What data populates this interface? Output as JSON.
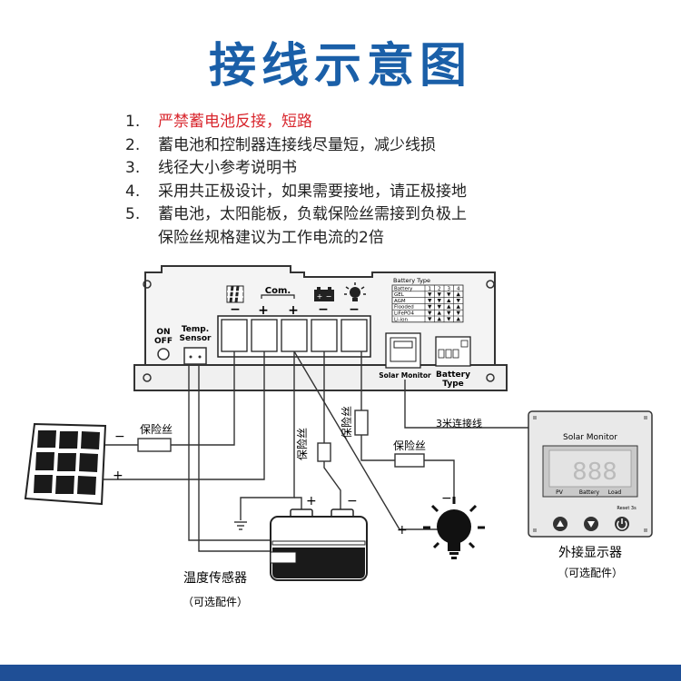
{
  "title": "接线示意图",
  "notes": [
    {
      "num": "1.",
      "text": "严禁蓄电池反接，短路",
      "warn": true
    },
    {
      "num": "2.",
      "text": "蓄电池和控制器连接线尽量短，减少线损"
    },
    {
      "num": "3.",
      "text": "线径大小参考说明书"
    },
    {
      "num": "4.",
      "text": "采用共正极设计，如果需要接地，请正极接地"
    },
    {
      "num": "5.",
      "text": "蓄电池，太阳能板，负载保险丝需接到负极上",
      "cont": "保险丝规格建议为工作电流的2倍"
    }
  ],
  "controller": {
    "switch_on": "ON",
    "switch_off": "OFF",
    "temp_label1": "Temp.",
    "temp_label2": "Sensor",
    "com_label": "Com.",
    "solar_monitor_port": "Solar Monitor",
    "battery_type_label1": "Battery",
    "battery_type_label2": "Type",
    "terminal_signs": [
      "−",
      "+",
      "+",
      "−",
      "−"
    ]
  },
  "battery_table": {
    "title": "Battery Type",
    "header": [
      "Battery",
      "1",
      "2",
      "3",
      "4"
    ],
    "rows": [
      {
        "name": "GEL",
        "cells": [
          "down",
          "down",
          "down",
          "up"
        ]
      },
      {
        "name": "AGM",
        "cells": [
          "down",
          "down",
          "up",
          "down"
        ]
      },
      {
        "name": "Flooded",
        "cells": [
          "down",
          "down",
          "up",
          "up"
        ]
      },
      {
        "name": "LiFePO4",
        "cells": [
          "down",
          "up",
          "down",
          "down"
        ]
      },
      {
        "name": "Li-ion",
        "cells": [
          "down",
          "up",
          "down",
          "up"
        ]
      }
    ]
  },
  "labels": {
    "fuse": "保险丝",
    "cable": "3米连接线",
    "minus": "−",
    "plus": "+",
    "temp_sensor": "温度传感器",
    "optional": "（可选配件）",
    "external_display": "外接显示器"
  },
  "monitor": {
    "title": "Solar Monitor",
    "screen_labels": [
      "PV",
      "Battery",
      "Load"
    ],
    "reset": "Reset 3s"
  },
  "colors": {
    "title": "#1a5fa8",
    "warning": "#d8262d",
    "bar": "#1f4f96"
  }
}
